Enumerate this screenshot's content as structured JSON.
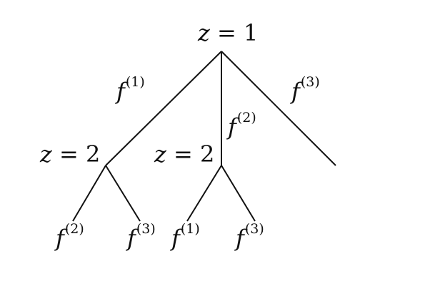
{
  "root": {
    "var": "z",
    "rel": "= 1",
    "edges": [
      {
        "var": "f",
        "sup": "(1)"
      },
      {
        "var": "f",
        "sup": "(2)"
      },
      {
        "var": "f",
        "sup": "(3)"
      }
    ]
  },
  "left_child": {
    "var": "z",
    "rel": "= 2",
    "edges": [
      {
        "var": "f",
        "sup": "(2)"
      },
      {
        "var": "f",
        "sup": "(3)"
      }
    ]
  },
  "middle_child": {
    "var": "z",
    "rel": "= 2",
    "edges": [
      {
        "var": "f",
        "sup": "(1)"
      },
      {
        "var": "f",
        "sup": "(3)"
      }
    ]
  }
}
